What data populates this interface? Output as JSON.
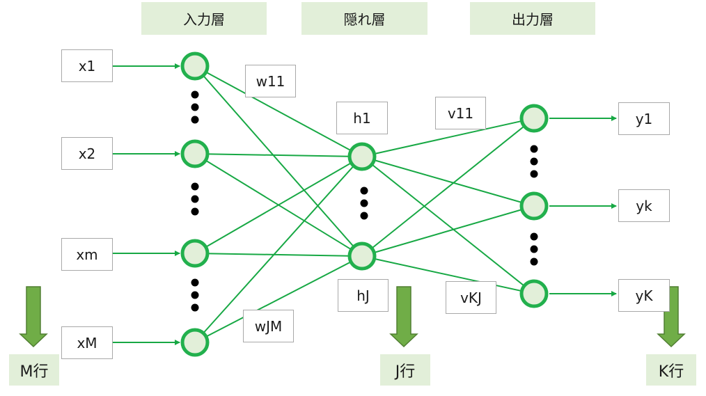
{
  "colors": {
    "line": "#17a844",
    "node_stroke": "#22b04d",
    "node_fill": "#e2efd9",
    "header_bg": "#e2efd9",
    "arrow_fill": "#70ad47",
    "arrow_stroke": "#507e32",
    "dot": "#000000"
  },
  "layers": {
    "input": {
      "title": "入力層"
    },
    "hidden": {
      "title": "隠れ層"
    },
    "output": {
      "title": "出力層"
    }
  },
  "inputs": [
    "x1",
    "x2",
    "xm",
    "xM"
  ],
  "hidden_nodes": [
    "h1",
    "hJ"
  ],
  "outputs": [
    "y1",
    "yk",
    "yK"
  ],
  "weights": {
    "first_w": "w11",
    "last_w": "wJM",
    "first_v": "v11",
    "last_v": "vKJ"
  },
  "counts": {
    "input": "M行",
    "hidden": "J行",
    "output": "K行"
  }
}
